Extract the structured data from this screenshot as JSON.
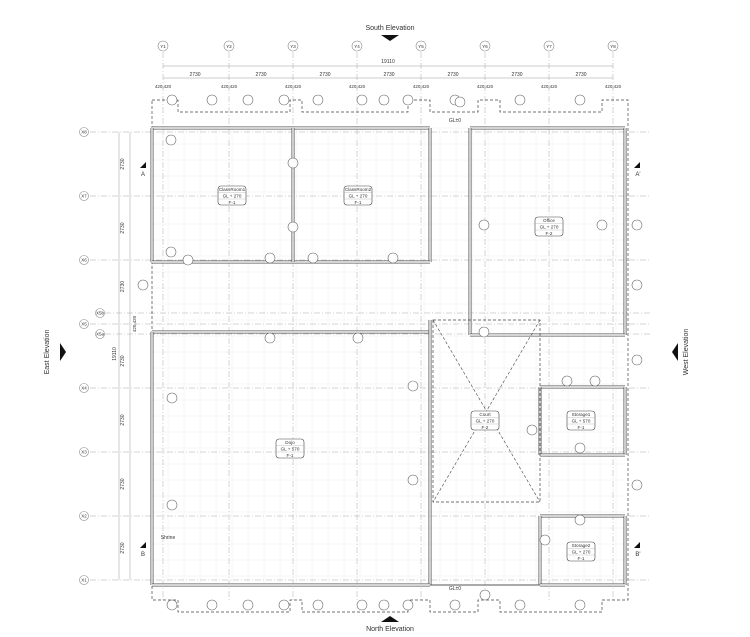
{
  "elevations": {
    "south": "South Elevation",
    "north": "North Elevation",
    "east": "East Elevation",
    "west": "West Elevation"
  },
  "grid_columns": [
    "Y1",
    "Y2",
    "Y3",
    "Y4",
    "Y5",
    "Y6",
    "Y7",
    "Y8"
  ],
  "grid_rows": [
    "X8",
    "X7",
    "X6",
    "X5b",
    "X5",
    "X5a",
    "X4",
    "X3",
    "X2",
    "X1"
  ],
  "dimensions": {
    "overall": "19110",
    "bay": "2730",
    "offset": "420,420"
  },
  "sections": {
    "a": "A",
    "a_prime": "A'",
    "b": "B",
    "b_prime": "B'"
  },
  "ground_level": "GL±0",
  "rooms": [
    {
      "name": "ClassRoom1",
      "level": "GL + 270",
      "floor": "F-1"
    },
    {
      "name": "ClassRoom2",
      "level": "GL + 270",
      "floor": "F-1"
    },
    {
      "name": "Office",
      "level": "GL + 270",
      "floor": "F-2"
    },
    {
      "name": "Dojo",
      "level": "GL + 570",
      "floor": "F-1"
    },
    {
      "name": "Court",
      "level": "GL + 270",
      "floor": "F-2"
    },
    {
      "name": "Storage1",
      "level": "GL + 570",
      "floor": "F-1"
    },
    {
      "name": "Storage2",
      "level": "GL + 270",
      "floor": "F-1"
    }
  ],
  "shrine_label": "Shrine"
}
